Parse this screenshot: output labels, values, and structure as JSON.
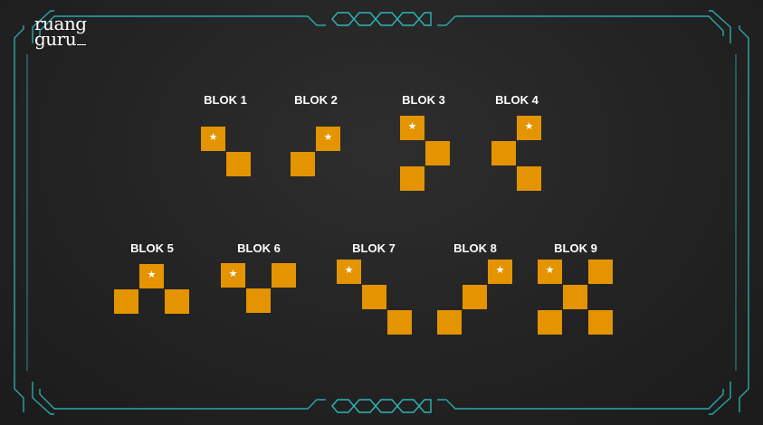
{
  "logo": {
    "line1": "ruang",
    "line2": "guru"
  },
  "colors": {
    "cell": "#e39400",
    "frame": "#2fb5b8",
    "background": "#222222"
  },
  "icons": {
    "marker": "star-icon"
  },
  "blocks": [
    {
      "label": "BLOK 1"
    },
    {
      "label": "BLOK 2"
    },
    {
      "label": "BLOK 3"
    },
    {
      "label": "BLOK 4"
    },
    {
      "label": "BLOK 5"
    },
    {
      "label": "BLOK 6"
    },
    {
      "label": "BLOK 7"
    },
    {
      "label": "BLOK 8"
    },
    {
      "label": "BLOK 9"
    }
  ]
}
